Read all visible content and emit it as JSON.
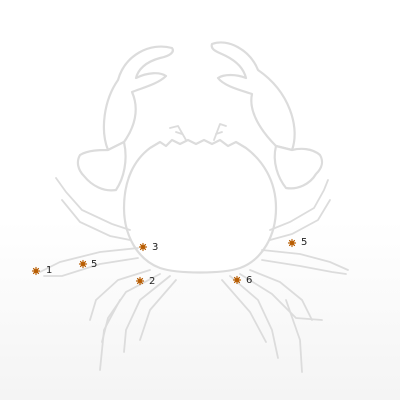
{
  "markers": [
    {
      "label": "1",
      "color": "#b85c00"
    },
    {
      "label": "5",
      "color": "#b85c00"
    },
    {
      "label": "3",
      "color": "#b85c00"
    },
    {
      "label": "2",
      "color": "#b85c00"
    },
    {
      "label": "6",
      "color": "#b85c00"
    },
    {
      "label": "5",
      "color": "#b85c00"
    }
  ],
  "colors": {
    "outline": "#dcdcdc",
    "marker": "#b85c00",
    "label": "#222222"
  }
}
